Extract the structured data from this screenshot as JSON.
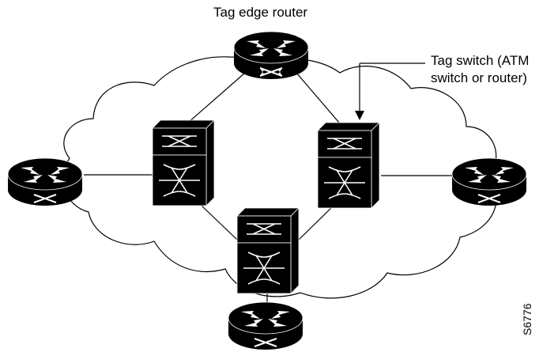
{
  "labels": {
    "tag_edge_router": "Tag edge router",
    "tag_switch_line1": "Tag switch (ATM",
    "tag_switch_line2": "switch or router)",
    "figure_id": "S6776"
  },
  "nodes": [
    {
      "id": "edge-router-top",
      "kind": "router"
    },
    {
      "id": "edge-router-left",
      "kind": "router"
    },
    {
      "id": "edge-router-right",
      "kind": "router"
    },
    {
      "id": "edge-router-bottom",
      "kind": "router"
    },
    {
      "id": "tag-switch-left",
      "kind": "switch"
    },
    {
      "id": "tag-switch-right",
      "kind": "switch"
    },
    {
      "id": "tag-switch-bottom",
      "kind": "switch"
    }
  ],
  "links": [
    [
      "edge-router-top",
      "tag-switch-left"
    ],
    [
      "edge-router-top",
      "tag-switch-right"
    ],
    [
      "edge-router-left",
      "tag-switch-left"
    ],
    [
      "edge-router-right",
      "tag-switch-right"
    ],
    [
      "tag-switch-left",
      "tag-switch-bottom"
    ],
    [
      "tag-switch-right",
      "tag-switch-bottom"
    ],
    [
      "tag-switch-bottom",
      "edge-router-bottom"
    ]
  ],
  "colors": {
    "ink": "#000000",
    "paper": "#ffffff"
  }
}
